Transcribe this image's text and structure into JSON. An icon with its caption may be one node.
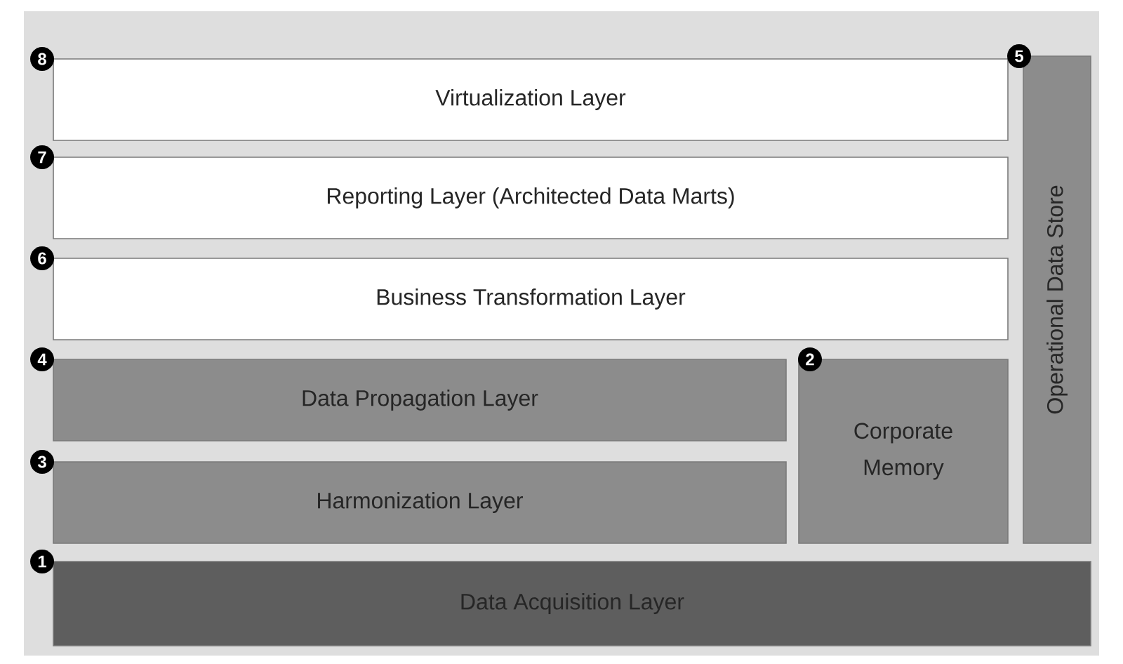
{
  "diagram": {
    "nodes": [
      {
        "text": [
          "Virtualization Layer"
        ]
      },
      {
        "text": [
          "Operational Data Store"
        ]
      },
      {
        "text": [
          "Reporting Layer (Architected Data Marts)"
        ]
      },
      {
        "text": [
          "Business Transformation Layer"
        ]
      },
      {
        "text": [
          "Data Propagation Layer"
        ]
      },
      {
        "text": [
          "Corporate Memory"
        ]
      },
      {
        "text": [
          "Harmonization Layer"
        ]
      },
      {
        "text": [
          "Data Acquisition Layer"
        ]
      }
    ],
    "labels": [
      "8",
      "5",
      "7",
      "6",
      "4",
      "2",
      "3",
      "1"
    ]
  }
}
